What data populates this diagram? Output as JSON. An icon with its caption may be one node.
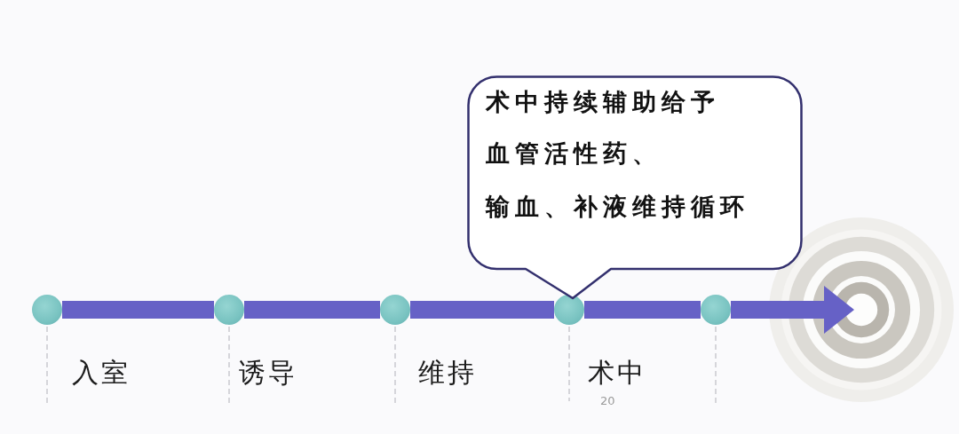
{
  "diagram": {
    "nodes": [
      {
        "text": [
          "术中持续辅助给予",
          "血管活性药、",
          "输血、补液维持循环"
        ]
      },
      {
        "text": [],
        "shape": "circle",
        "beside": [
          "入室"
        ]
      },
      {
        "text": [],
        "shape": "circle",
        "beside": [
          "诱导"
        ]
      },
      {
        "text": [],
        "shape": "circle",
        "beside": [
          "维持"
        ]
      },
      {
        "text": [],
        "shape": "circle",
        "beside": [
          "术中"
        ]
      },
      {
        "text": [],
        "shape": "circle"
      },
      {
        "text": [],
        "shape": "picture"
      }
    ],
    "edges": [
      {
        "from": 1,
        "to": 2,
        "arrow": "none"
      },
      {
        "from": 2,
        "to": 3,
        "arrow": "none"
      },
      {
        "from": 3,
        "to": 4,
        "arrow": "none"
      },
      {
        "from": 4,
        "to": 5,
        "arrow": "none"
      },
      {
        "from": 5,
        "to": 6,
        "arrow": "to"
      }
    ],
    "labels": [
      "20"
    ]
  }
}
